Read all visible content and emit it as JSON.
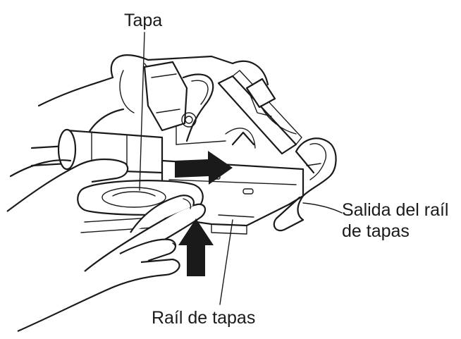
{
  "labels": {
    "cap": "Tapa",
    "rail_exit_line1": "Salida del raíl",
    "rail_exit_line2": "de tapas",
    "cap_rail": "Raíl de tapas"
  },
  "colors": {
    "ink": "#1a1a1a",
    "background": "#ffffff"
  },
  "icons": {
    "push_right": "arrow-right-icon",
    "push_up": "arrow-up-icon"
  }
}
